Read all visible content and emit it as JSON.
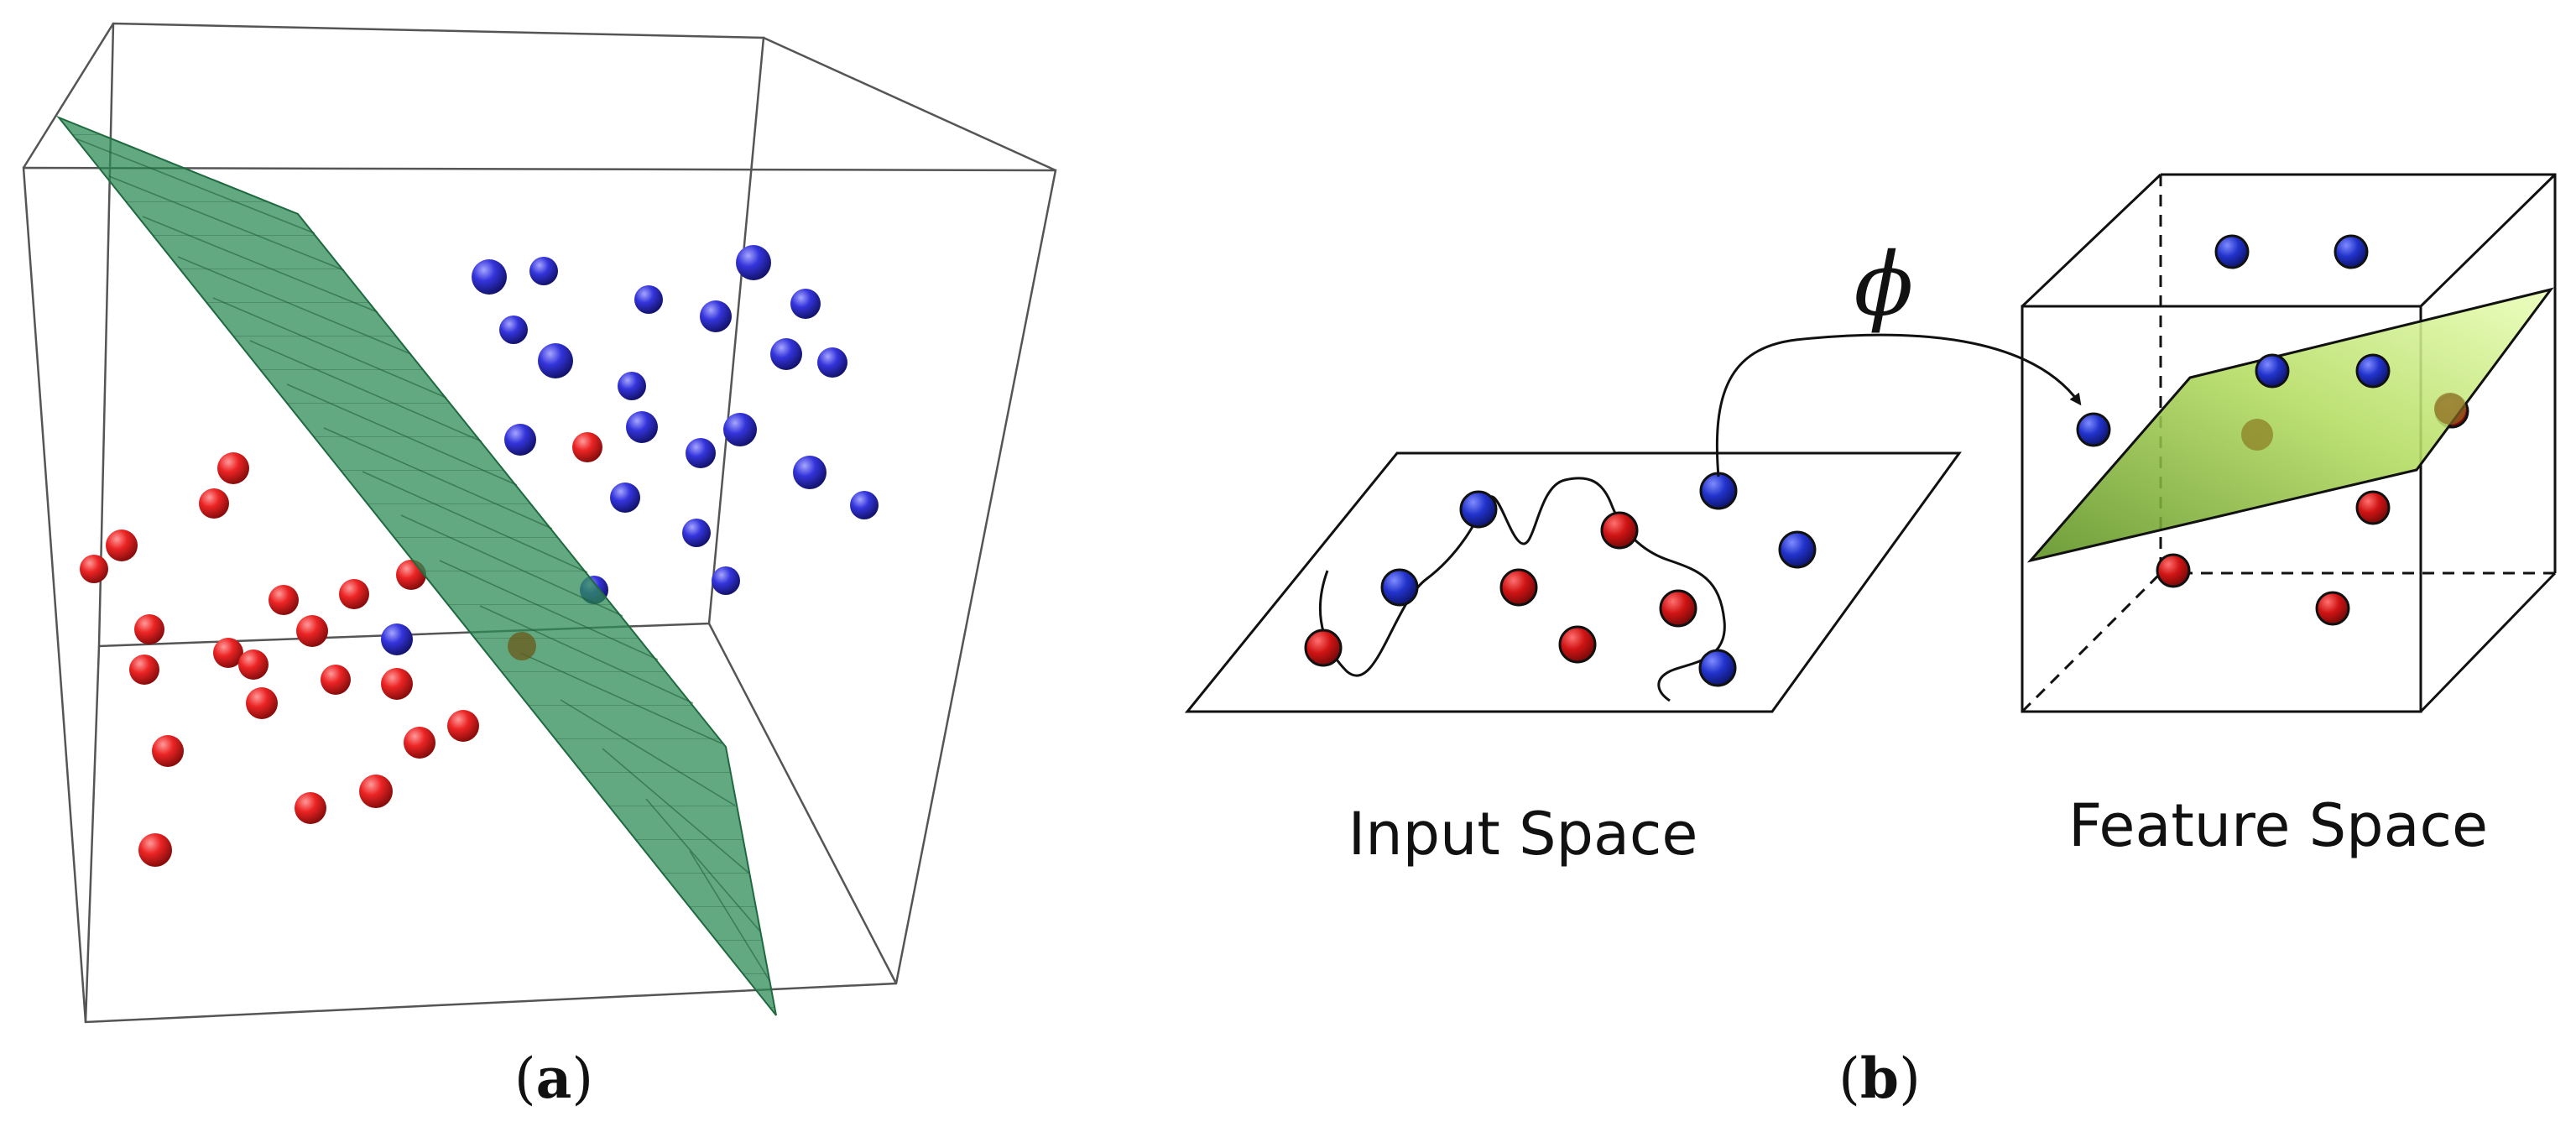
{
  "panel_a": {
    "caption_open": "(",
    "caption_letter": "a",
    "caption_close": ")",
    "colors": {
      "class_red": "#e52020",
      "class_blue": "#3030d8",
      "plane": "#2e8b57",
      "box": "#444444"
    }
  },
  "panel_b": {
    "caption_open": "(",
    "caption_letter": "b",
    "caption_close": ")",
    "mapping_symbol": "ϕ",
    "input_label": "Input Space",
    "feature_label": "Feature Space",
    "colors": {
      "class_red": "#cc1111",
      "class_blue": "#2233cc",
      "plane": "#9ccc3a"
    }
  }
}
